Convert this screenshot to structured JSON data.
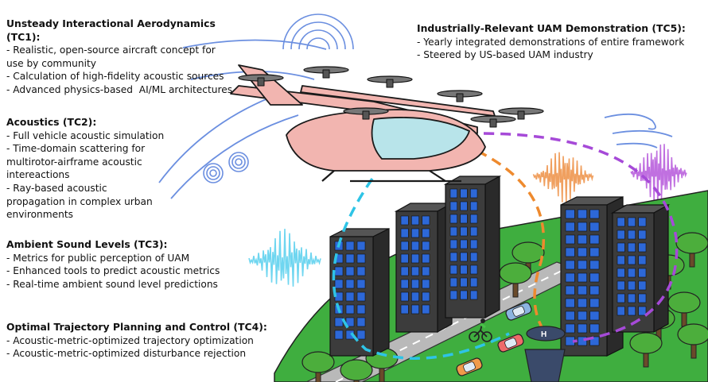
{
  "blocks": {
    "tc1": {
      "title": "Unsteady Interactional Aerodynamics",
      "title2": "(TC1):",
      "items": [
        "- Realistic, open-source aircraft concept for",
        "use by community",
        "- Calculation of high-fidelity acoustic sources",
        "- Advanced physics-based  AI/ML architectures"
      ]
    },
    "tc2": {
      "title": "Acoustics (TC2):",
      "items": [
        "- Full vehicle acoustic simulation",
        "- Time-domain scattering for",
        "multirotor-airframe acoustic",
        "intereactions",
        "- Ray-based acoustic",
        "propagation in complex urban",
        "environments"
      ]
    },
    "tc3": {
      "title": "Ambient Sound Levels (TC3):",
      "items": [
        "- Metrics for public perception of UAM",
        "- Enhanced tools to predict acoustic metrics",
        "- Real-time ambient sound level predictions"
      ]
    },
    "tc4": {
      "title": "Optimal Trajectory Planning and Control (TC4):",
      "items": [
        "- Acoustic-metric-optimized trajectory optimization",
        "- Acoustic-metric-optimized disturbance rejection"
      ]
    },
    "tc5": {
      "title": "Industrially-Relevant UAM Demonstration (TC5):",
      "items": [
        "- Yearly integrated demonstrations of entire framework",
        "- Steered by US-based UAM industry"
      ]
    }
  },
  "colors": {
    "aircraft_body": "#f2b5b0",
    "canopy": "#b8e4ea",
    "ground": "#3fae3f",
    "road": "#b9b9b9",
    "building": "#3c3c3c",
    "window": "#2d68d8",
    "path_cyan": "#2ec4e6",
    "path_orange": "#ee8a2e",
    "path_purple": "#a64ad8",
    "wind": "#6b8fe0",
    "wave_cyan": "#6fd6f0",
    "wave_orange": "#f0a060",
    "wave_purple": "#c070e0",
    "wave_red": "#c0302a",
    "tree_green": "#4cae3c",
    "tree_trunk": "#6a4a2a"
  },
  "icons": [
    "evtol-aircraft-icon",
    "building-icon",
    "tree-icon",
    "car-icon",
    "cyclist-icon",
    "vertiport-icon",
    "wind-icon",
    "sound-wave-icon"
  ]
}
